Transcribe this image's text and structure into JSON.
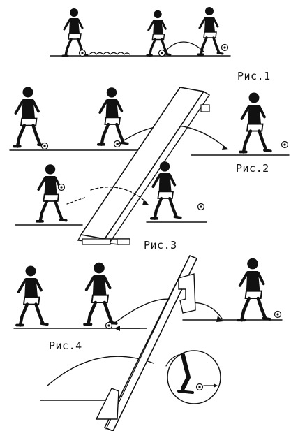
{
  "figures": {
    "fig1": {
      "caption": "Рис.1"
    },
    "fig2": {
      "caption": "Рис.2"
    },
    "fig3": {
      "caption": "Рис.3"
    },
    "fig4": {
      "caption": "Рис.4"
    }
  },
  "colors": {
    "ink": "#111111",
    "paper": "#ffffff"
  }
}
